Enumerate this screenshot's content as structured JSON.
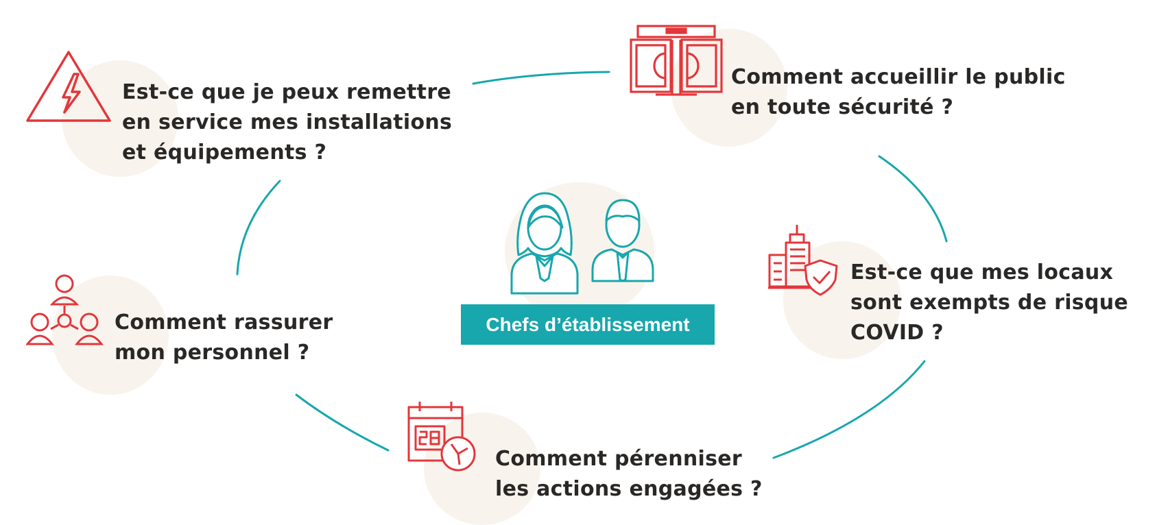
{
  "colors": {
    "accent_red": "#e2373b",
    "teal": "#17a7ad",
    "blob": "#f8f3ed",
    "text": "#2a2826"
  },
  "center": {
    "label": "Chefs d’établissement",
    "icon": "business-people-icon"
  },
  "questions": [
    {
      "id": "installations",
      "icon": "high-voltage-warning-icon",
      "lines": [
        "Est-ce que je peux remettre",
        "en service mes installations",
        "et équipements ?"
      ]
    },
    {
      "id": "public",
      "icon": "security-gate-icon",
      "lines": [
        "Comment accueillir le public",
        "en toute sécurité ?"
      ]
    },
    {
      "id": "locaux",
      "icon": "building-shield-icon",
      "lines": [
        "Est-ce que mes locaux",
        "sont exempts de risque",
        "COVID ?"
      ]
    },
    {
      "id": "actions",
      "icon": "calendar-clock-icon",
      "lines": [
        "Comment pérenniser",
        "les actions engagées ?"
      ]
    },
    {
      "id": "personnel",
      "icon": "team-network-icon",
      "lines": [
        "Comment rassurer",
        "mon personnel ?"
      ]
    }
  ]
}
